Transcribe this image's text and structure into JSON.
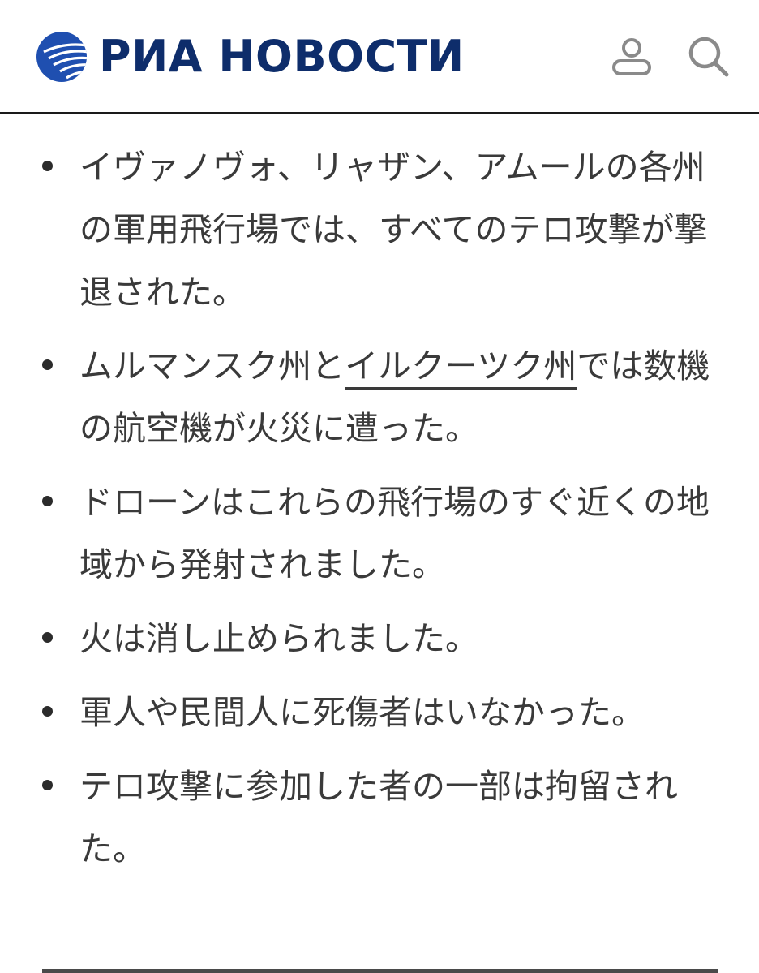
{
  "header": {
    "logo_text": "РИА НОВОСТИ",
    "brand_color": "#0e2d6b",
    "logo_icon": "globe-logo-icon",
    "user_icon": "user-icon",
    "search_icon": "search-icon"
  },
  "items": [
    {
      "text": "イヴァノヴォ、リャザン、アムールの各州の軍用飛行場では、すべてのテロ攻撃が撃退された。"
    },
    {
      "before": "ムルマンスク州と",
      "link": "イルクーツク州",
      "after": "では数機の航空機が火災に遭った。"
    },
    {
      "text": "ドローンはこれらの飛行場のすぐ近くの地域から発射されました。"
    },
    {
      "text": "火は消し止められました。"
    },
    {
      "text": "軍人や民間人に死傷者はいなかった。"
    },
    {
      "text": "テロ攻撃に参加した者の一部は拘留された。"
    }
  ]
}
